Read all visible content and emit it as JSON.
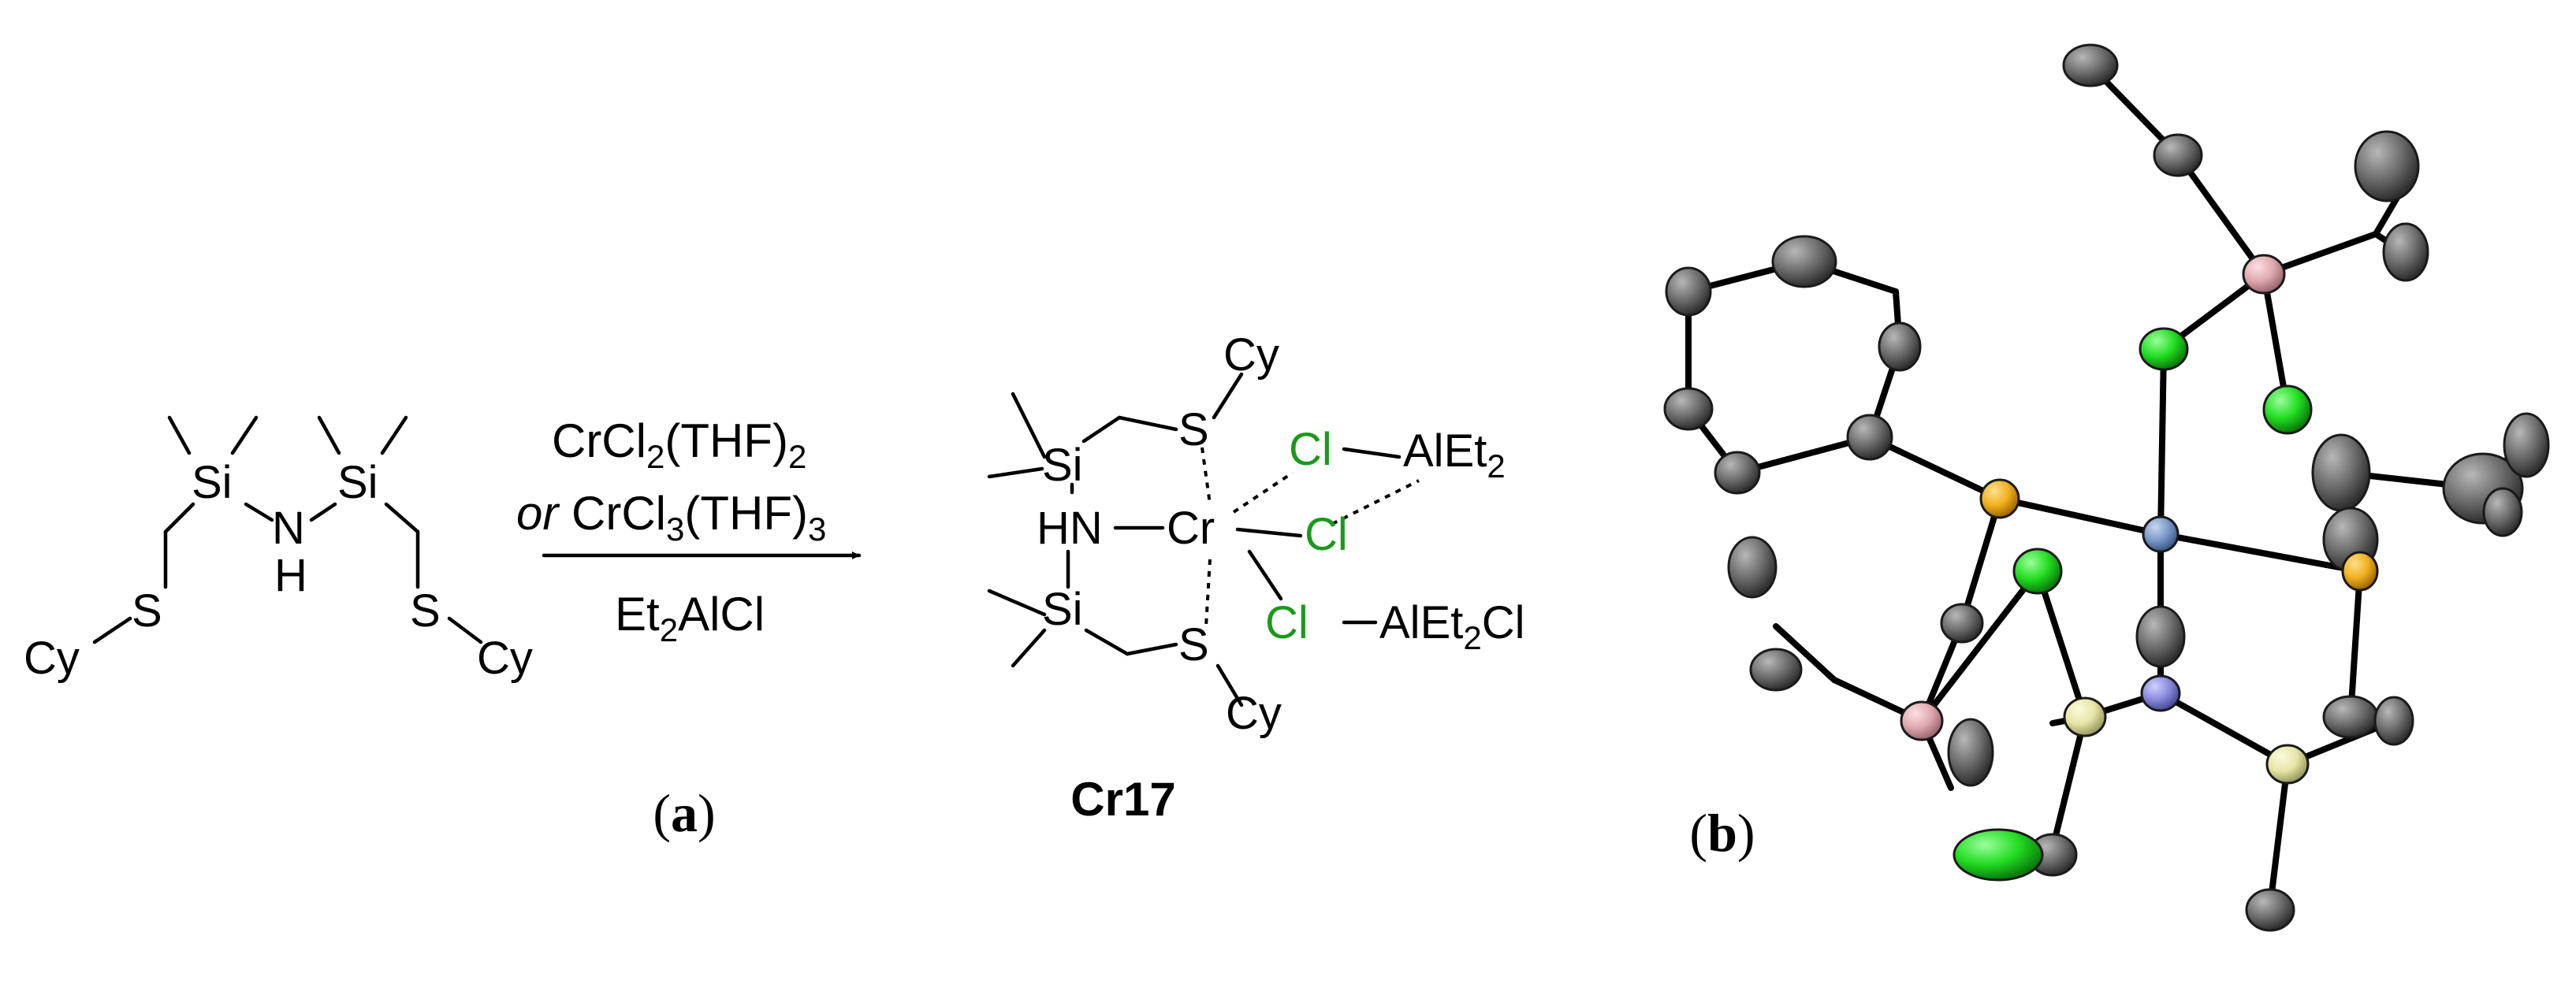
{
  "panel_a": {
    "ligand": {
      "si_left": "Si",
      "si_right": "Si",
      "n": "N",
      "h": "H",
      "s_left": "S",
      "s_right": "S",
      "cy_left": "Cy",
      "cy_right": "Cy"
    },
    "arrow": {
      "reagent1_main": "CrCl",
      "reagent1_sub": "2",
      "reagent1_tail": "(THF)",
      "reagent1_sub2": "2",
      "reagent2_or": "or",
      "reagent2_main": " CrCl",
      "reagent2_sub": "3",
      "reagent2_tail": "(THF)",
      "reagent2_sub2": "3",
      "reagent3_main": "Et",
      "reagent3_sub": "2",
      "reagent3_tail": "AlCl"
    },
    "product": {
      "cy_top": "Cy",
      "s_top": "S",
      "si_top": "Si",
      "hn": "HN",
      "cr": "Cr",
      "si_bottom": "Si",
      "s_bottom": "S",
      "cy_bottom": "Cy",
      "cl_top": "Cl",
      "cl_mid": "Cl",
      "cl_bottom": "Cl",
      "alet2_main": "AlEt",
      "alet2_sub": "2",
      "alet2cl_main": "AlEt",
      "alet2cl_sub": "2",
      "alet2cl_tail": "Cl",
      "compound_label": "Cr17"
    },
    "label_open": "(",
    "label_letter": "a",
    "label_close": ")"
  },
  "panel_b": {
    "label_open": "(",
    "label_letter": "b",
    "label_close": ")"
  },
  "colors": {
    "carbon": "#6e6e6e",
    "chlorine": "#22dd22",
    "sulfur": "#f0b020",
    "silicon": "#e6e6a8",
    "nitrogen": "#8a8ade",
    "aluminum": "#e0a8b0",
    "chromium": "#7a98c8",
    "chlorine_label": "#1a9a1a"
  }
}
